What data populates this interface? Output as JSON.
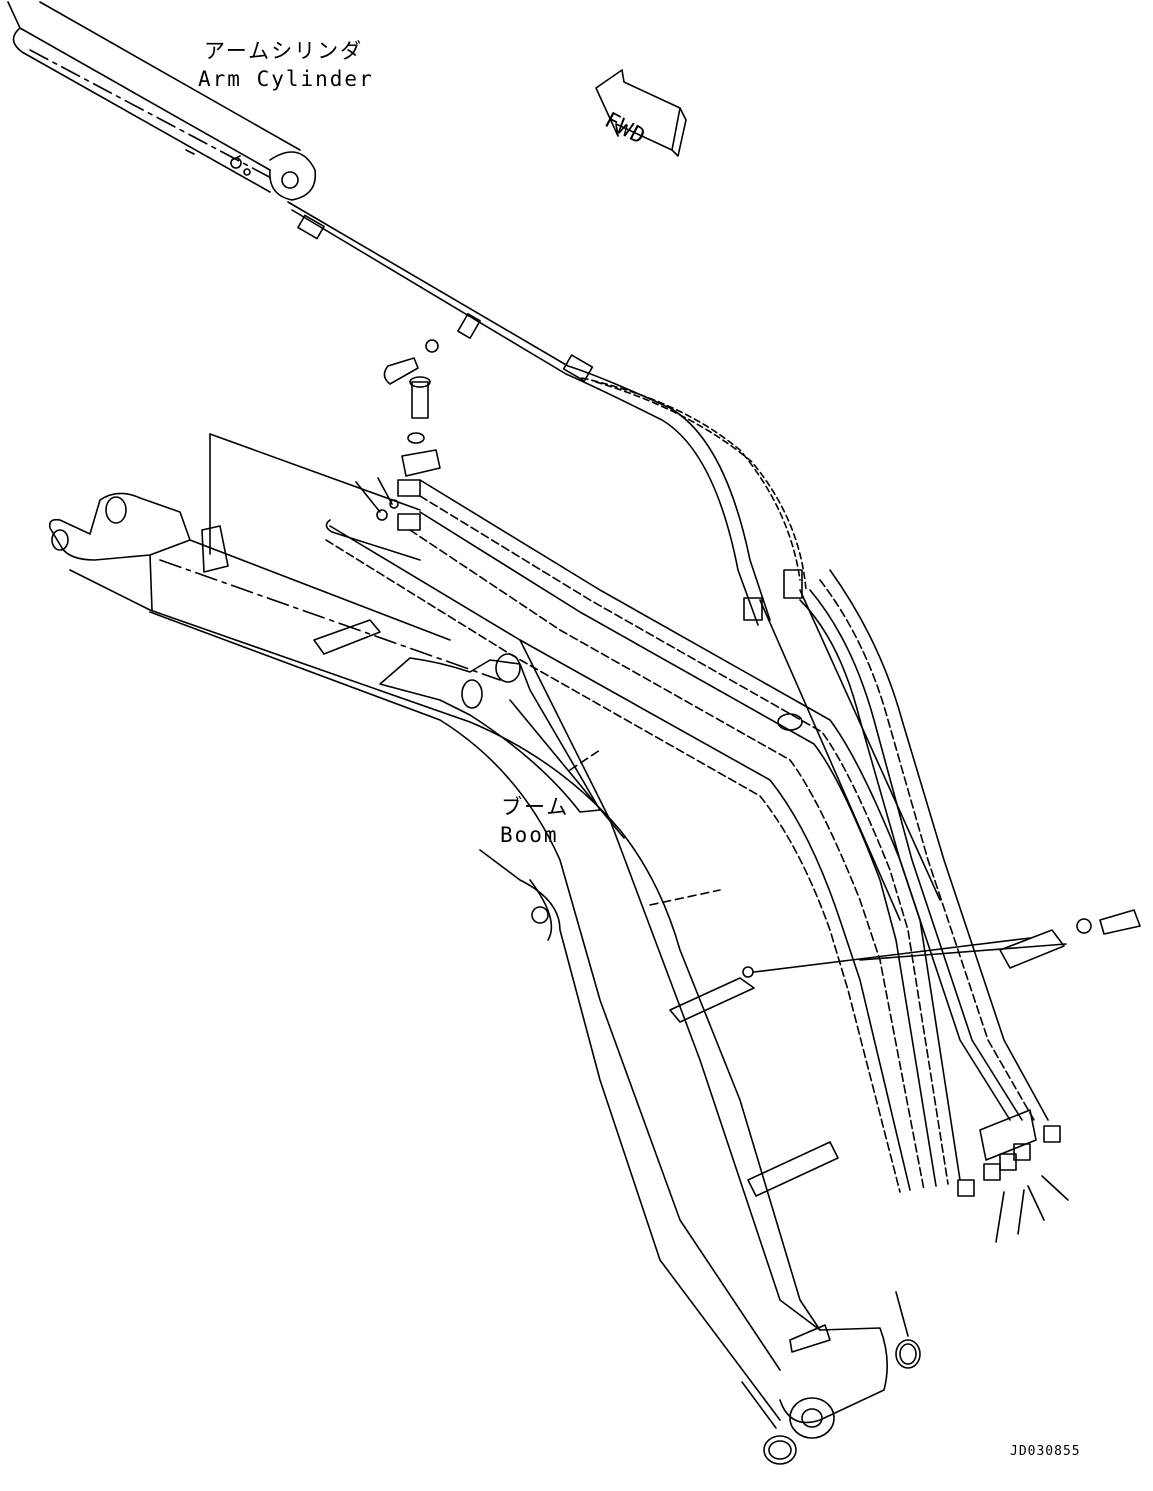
{
  "labels": {
    "arm_cylinder_jp": "アームシリンダ",
    "arm_cylinder_en": "Arm Cylinder",
    "boom_jp": "ブーム",
    "boom_en": "Boom",
    "fwd": "FWD",
    "drawing_id": "JD030855"
  },
  "colors": {
    "ink": "#000000",
    "paper": "#ffffff"
  }
}
